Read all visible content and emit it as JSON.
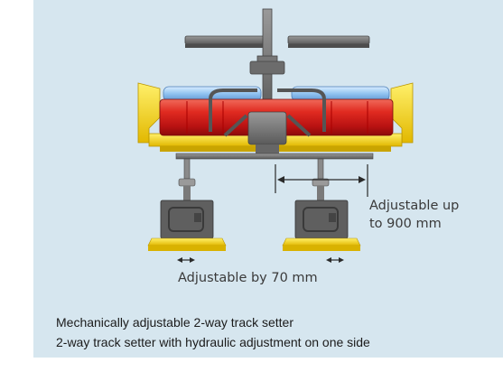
{
  "diagram": {
    "label_adjustable_up": "Adjustable up",
    "label_to_900": "to 900 mm",
    "label_by_70": "Adjustable by 70 mm"
  },
  "caption": {
    "line1": "Mechanically adjustable 2-way track setter",
    "line2": "2-way track setter with hydraulic adjustment on one side"
  },
  "colors": {
    "panel_background": "#d6e6ef",
    "roller_red": "#d61f1f",
    "frame_yellow": "#f2d20e",
    "frame_gray": "#6e6e6e",
    "glass_blue": "#7fb4e6"
  }
}
